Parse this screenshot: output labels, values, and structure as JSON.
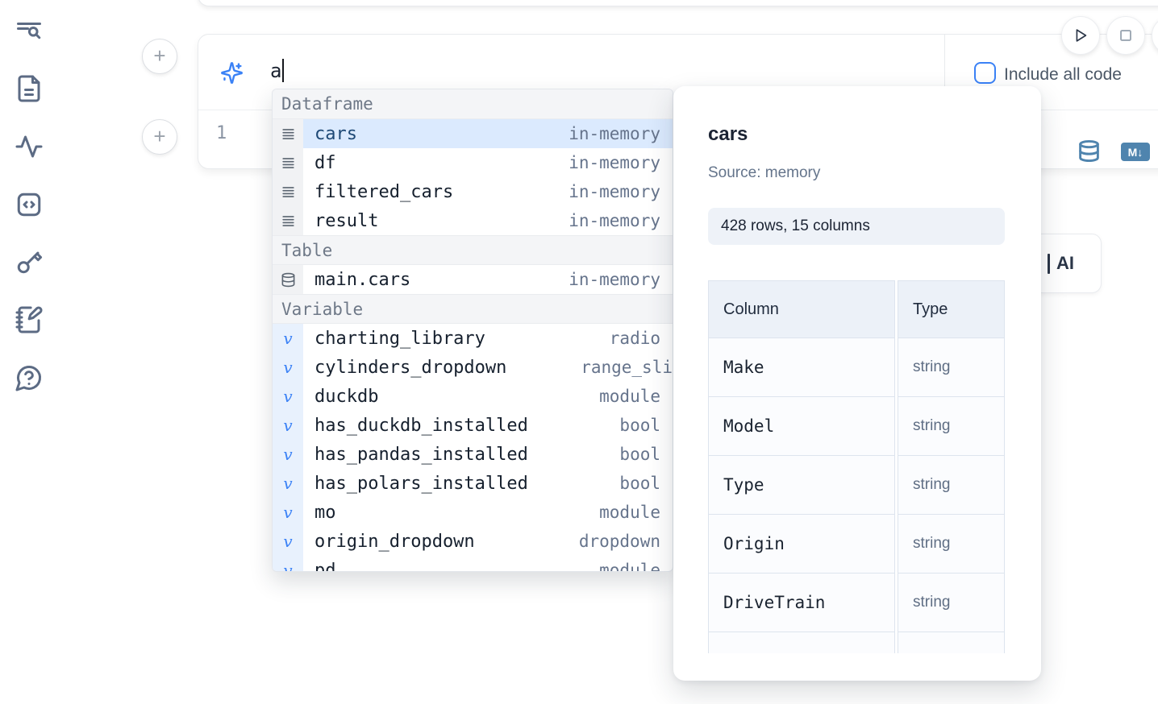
{
  "sidebar": {
    "icons": [
      {
        "name": "toc-search-icon"
      },
      {
        "name": "file-document-icon"
      },
      {
        "name": "activity-icon"
      },
      {
        "name": "code-block-icon"
      },
      {
        "name": "key-icon"
      },
      {
        "name": "scratchpad-notebook-icon"
      },
      {
        "name": "help-chat-icon"
      }
    ]
  },
  "notebook": {
    "add_cell_top_label": "+",
    "add_cell_bottom_label": "+",
    "ai_prompt": {
      "value": "a"
    },
    "include_all_code": {
      "label": "Include all code",
      "checked": false
    },
    "code_cell": {
      "line_number": "1"
    },
    "markdown_badge": "M↓",
    "ai_panel_button": {
      "label": "AI"
    }
  },
  "autocomplete": {
    "sections": [
      {
        "label": "Dataframe",
        "icon": "dataframe-icon",
        "items": [
          {
            "name": "cars",
            "type": "in-memory",
            "selected": true
          },
          {
            "name": "df",
            "type": "in-memory"
          },
          {
            "name": "filtered_cars",
            "type": "in-memory"
          },
          {
            "name": "result",
            "type": "in-memory"
          }
        ]
      },
      {
        "label": "Table",
        "icon": "database-icon",
        "items": [
          {
            "name": "main.cars",
            "type": "in-memory"
          }
        ]
      },
      {
        "label": "Variable",
        "icon": "variable-icon",
        "items": [
          {
            "name": "charting_library",
            "type": "radio"
          },
          {
            "name": "cylinders_dropdown",
            "type": "range_sli",
            "flush": true
          },
          {
            "name": "duckdb",
            "type": "module"
          },
          {
            "name": "has_duckdb_installed",
            "type": "bool"
          },
          {
            "name": "has_pandas_installed",
            "type": "bool"
          },
          {
            "name": "has_polars_installed",
            "type": "bool"
          },
          {
            "name": "mo",
            "type": "module"
          },
          {
            "name": "origin_dropdown",
            "type": "dropdown"
          },
          {
            "name": "pd",
            "type": "module"
          }
        ]
      }
    ]
  },
  "preview": {
    "title": "cars",
    "source": "Source: memory",
    "shape_badge": "428 rows, 15 columns",
    "table": {
      "headers": [
        "Column",
        "Type"
      ],
      "rows": [
        [
          "Make",
          "string"
        ],
        [
          "Model",
          "string"
        ],
        [
          "Type",
          "string"
        ],
        [
          "Origin",
          "string"
        ],
        [
          "DriveTrain",
          "string"
        ],
        [
          "",
          ""
        ]
      ]
    }
  },
  "colors": {
    "accent_blue": "#3b82f6",
    "steel_blue": "#4f84ae",
    "selected_row_bg": "#dbeafe"
  }
}
